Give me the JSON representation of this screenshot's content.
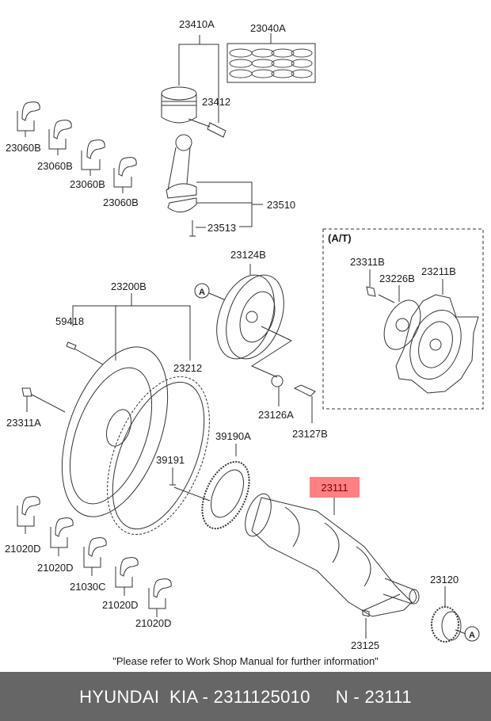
{
  "diagram": {
    "title": "Crankshaft & Piston Parts Diagram",
    "section_label": "(A/T)",
    "reference_marker": "A",
    "note": "\"Please refer to Work Shop Manual for further information\"",
    "highlighted_part": "23111",
    "highlight_color": "#ff8080",
    "parts": [
      {
        "id": "piston-assy",
        "label": "23410A"
      },
      {
        "id": "piston-ring-set",
        "label": "23040A"
      },
      {
        "id": "piston-pin",
        "label": "23412"
      },
      {
        "id": "conn-rod-bearing-1",
        "label": "23060B"
      },
      {
        "id": "conn-rod-bearing-2",
        "label": "23060B"
      },
      {
        "id": "conn-rod-bearing-3",
        "label": "23060B"
      },
      {
        "id": "conn-rod-bearing-4",
        "label": "23060B"
      },
      {
        "id": "connecting-rod-assy",
        "label": "23510"
      },
      {
        "id": "conn-rod-bolt",
        "label": "23513"
      },
      {
        "id": "damper-pulley",
        "label": "23124B"
      },
      {
        "id": "flywheel-assy",
        "label": "23200B"
      },
      {
        "id": "dowel-pin",
        "label": "59418"
      },
      {
        "id": "ring-gear",
        "label": "23212"
      },
      {
        "id": "flywheel-bolt",
        "label": "23311A"
      },
      {
        "id": "pulley-washer",
        "label": "23126A"
      },
      {
        "id": "pulley-bolt",
        "label": "23127B"
      },
      {
        "id": "sensor-wheel",
        "label": "39190A"
      },
      {
        "id": "sensor-wheel-screw",
        "label": "39191"
      },
      {
        "id": "drive-plate-bolt",
        "label": "23311B"
      },
      {
        "id": "drive-plate-adapter",
        "label": "23226B"
      },
      {
        "id": "drive-plate",
        "label": "23211B"
      },
      {
        "id": "crankshaft",
        "label": "23111"
      },
      {
        "id": "main-bearing-1",
        "label": "21020D"
      },
      {
        "id": "main-bearing-2",
        "label": "21020D"
      },
      {
        "id": "main-bearing-thrust",
        "label": "21030C"
      },
      {
        "id": "main-bearing-3",
        "label": "21020D"
      },
      {
        "id": "main-bearing-4",
        "label": "21020D"
      },
      {
        "id": "crankshaft-sprocket",
        "label": "23120"
      },
      {
        "id": "woodruff-key",
        "label": "23125"
      }
    ]
  },
  "footer": {
    "text": "HYUNDAI  KIA - 2311125010     N - 23111"
  }
}
